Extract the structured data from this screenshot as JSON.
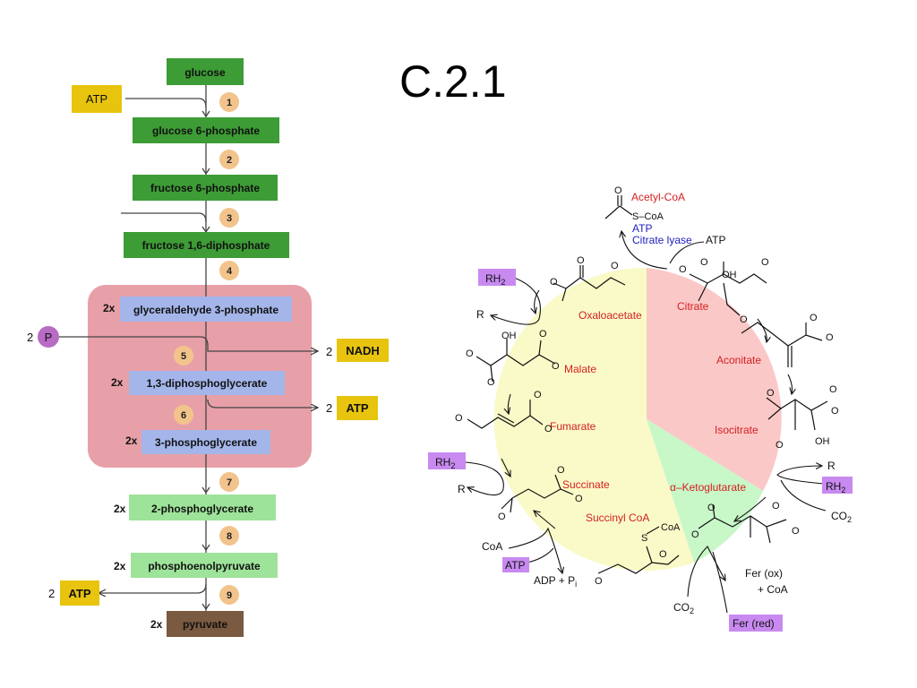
{
  "slide": {
    "title": "C.2.1"
  },
  "glycolysis": {
    "colors": {
      "dark_green": "#3d9c35",
      "light_green": "#9ee39a",
      "blue": "#a4b5ea",
      "yellow": "#e8c40e",
      "step_circle": "#f2c48c",
      "pink_region": "#e8a0a8",
      "purple": "#b86cc4",
      "brown": "#7a5a40"
    },
    "molecules": [
      {
        "id": "glucose",
        "label": "glucose",
        "multiplier": ""
      },
      {
        "id": "g6p",
        "label": "glucose 6-phosphate",
        "multiplier": ""
      },
      {
        "id": "f6p",
        "label": "fructose 6-phosphate",
        "multiplier": ""
      },
      {
        "id": "f16dp",
        "label": "fructose 1,6-diphosphate",
        "multiplier": ""
      },
      {
        "id": "g3p",
        "label": "glyceraldehyde 3-phosphate",
        "multiplier": "2x"
      },
      {
        "id": "dpg",
        "label": "1,3-diphosphoglycerate",
        "multiplier": "2x"
      },
      {
        "id": "pg3",
        "label": "3-phosphoglycerate",
        "multiplier": "2x"
      },
      {
        "id": "pg2",
        "label": "2-phosphoglycerate",
        "multiplier": "2x"
      },
      {
        "id": "pep",
        "label": "phosphoenolpyruvate",
        "multiplier": "2x"
      },
      {
        "id": "pyruvate",
        "label": "pyruvate",
        "multiplier": "2x"
      }
    ],
    "steps": [
      "1",
      "2",
      "3",
      "4",
      "5",
      "6",
      "7",
      "8",
      "9"
    ],
    "cofactors": {
      "atp_in": "ATP",
      "phosphate_count": "2",
      "phosphate_symbol": "P",
      "nadh_count": "2",
      "nadh": "NADH",
      "atp_out_1_count": "2",
      "atp_out_1": "ATP",
      "atp_out_2_count": "2",
      "atp_out_2": "ATP"
    }
  },
  "krebs": {
    "colors": {
      "pink_sector": "#fbc8c8",
      "yellow_sector": "#fafac8",
      "green_sector": "#c8f7c8",
      "compound_red": "#d42020",
      "enzyme_blue": "#2020c0",
      "purple_tag": "#c88af0"
    },
    "compounds": {
      "acetyl_coa": "Acetyl-CoA",
      "citrate": "Citrate",
      "aconitate": "Aconitate",
      "isocitrate": "Isocitrate",
      "ketoglutarate": "α–Ketoglutarate",
      "succinyl_coa": "Succinyl CoA",
      "succinate": "Succinate",
      "fumarate": "Fumarate",
      "malate": "Malate",
      "oxaloacetate": "Oxaloacetate"
    },
    "enzyme_labels": {
      "atp": "ATP",
      "citrate_lyase": "Citrate lyase"
    },
    "side_labels": {
      "atp_black": "ATP",
      "s_coa": "S–CoA",
      "r_1": "R",
      "r_2": "R",
      "r_3": "R",
      "co2_right": "CO",
      "co2_bottom": "CO",
      "co2_sub": "2",
      "coa_left": "CoA",
      "adp_pi": "ADP + P",
      "pi_sub": "i",
      "fer_ox": "Fer (ox)",
      "plus_coa": "+ CoA",
      "s": "S",
      "coa_chain": "CoA",
      "o": "O",
      "oh": "OH"
    },
    "tags": {
      "rh2_1": "RH",
      "rh2_2": "RH",
      "rh2_3": "RH",
      "rh2_sub": "2",
      "atp_tag": "ATP",
      "fer_red": "Fer (red)"
    }
  }
}
